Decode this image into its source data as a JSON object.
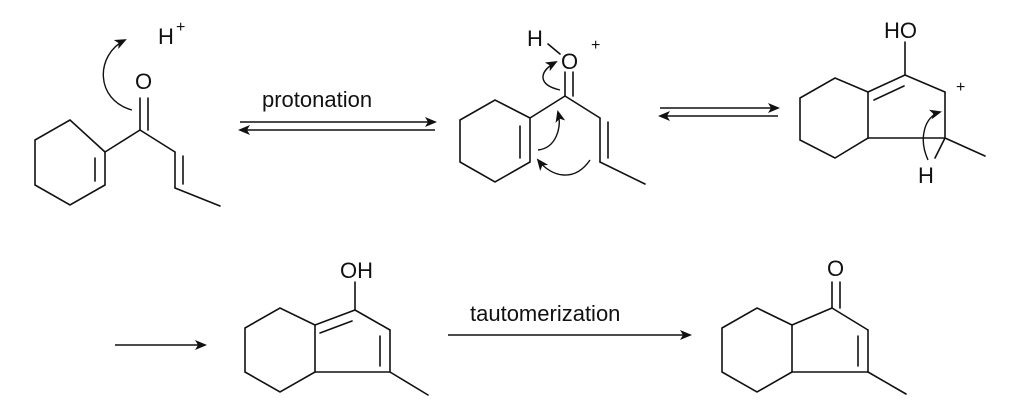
{
  "labels": {
    "step1": "protonation",
    "step2": "tautomerization"
  },
  "atoms": {
    "h_plus": "H",
    "h_plus_charge": "+",
    "o_start": "O",
    "h_protonated": "H",
    "o_protonated": "O",
    "charge_oxonium": "+",
    "ho_cation": "HO",
    "charge_cation": "+",
    "h_shift": "H",
    "oh_enol": "OH",
    "o_product": "O"
  }
}
